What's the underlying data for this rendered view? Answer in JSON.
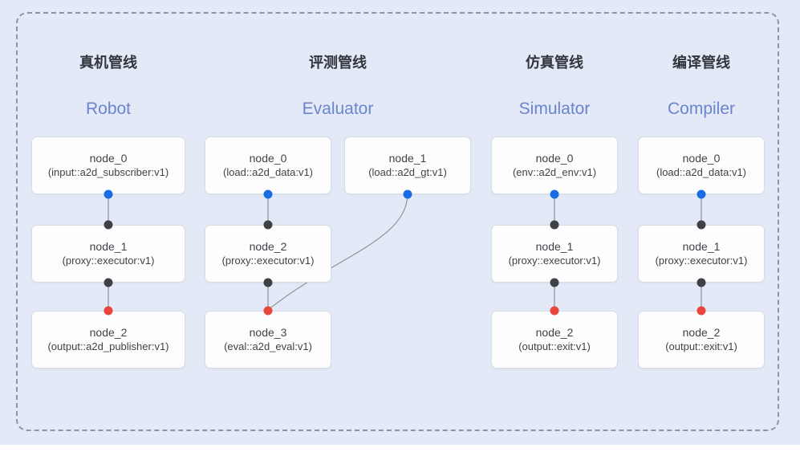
{
  "colors": {
    "background": "#e3e9f6",
    "dashed_frame": "#8e95a2",
    "node_background": "#fdfdfe",
    "node_border": "#d8dde4",
    "node_text": "#3f4347",
    "title_cn": "#31353c",
    "title_en": "#6c84d0",
    "edge": "#8e949e",
    "port_blue": "#1a6ce5",
    "port_black": "#3e4246",
    "port_red": "#e8463a"
  },
  "pipelines": [
    {
      "title_cn": "真机管线",
      "title_en": "Robot",
      "nodes": [
        {
          "name": "node_0",
          "type": "(input::a2d_subscriber:v1)"
        },
        {
          "name": "node_1",
          "type": "(proxy::executor:v1)"
        },
        {
          "name": "node_2",
          "type": "(output::a2d_publisher:v1)"
        }
      ]
    },
    {
      "title_cn": "评测管线",
      "title_en": "Evaluator",
      "nodes": [
        {
          "name": "node_0",
          "type": "(load::a2d_data:v1)"
        },
        {
          "name": "node_1",
          "type": "(load::a2d_gt:v1)"
        },
        {
          "name": "node_2",
          "type": "(proxy::executor:v1)"
        },
        {
          "name": "node_3",
          "type": "(eval::a2d_eval:v1)"
        }
      ]
    },
    {
      "title_cn": "仿真管线",
      "title_en": "Simulator",
      "nodes": [
        {
          "name": "node_0",
          "type": "(env::a2d_env:v1)"
        },
        {
          "name": "node_1",
          "type": "(proxy::executor:v1)"
        },
        {
          "name": "node_2",
          "type": "(output::exit:v1)"
        }
      ]
    },
    {
      "title_cn": "编译管线",
      "title_en": "Compiler",
      "nodes": [
        {
          "name": "node_0",
          "type": "(load::a2d_data:v1)"
        },
        {
          "name": "node_1",
          "type": "(proxy::executor:v1)"
        },
        {
          "name": "node_2",
          "type": "(output::exit:v1)"
        }
      ]
    }
  ]
}
